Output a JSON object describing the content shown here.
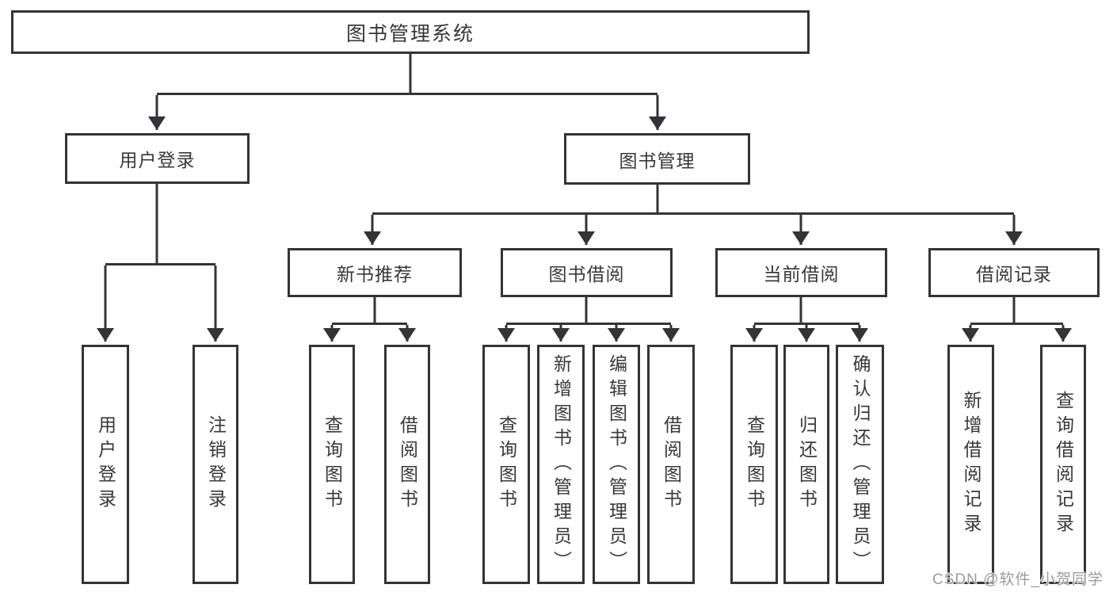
{
  "title": "图书管理系统",
  "colors": {
    "line": "#333338",
    "text": "#38383c",
    "background": "#ffffff",
    "watermark": "#9b9ba1"
  },
  "watermark": {
    "text": "CSDN @软件_小贺同学"
  },
  "nodes": {
    "root": {
      "label": "图书管理系统"
    },
    "user_login": {
      "label": "用户登录"
    },
    "book_mgmt": {
      "label": "图书管理"
    },
    "new_book_rec": {
      "label": "新书推荐"
    },
    "book_borrow": {
      "label": "图书借阅"
    },
    "current_borrow": {
      "label": "当前借阅"
    },
    "borrow_records": {
      "label": "借阅记录"
    },
    "ul_login": {
      "label": "用户登录"
    },
    "ul_logout": {
      "label": "注销登录"
    },
    "nb_query": {
      "label": "查询图书"
    },
    "nb_borrow": {
      "label": "借阅图书"
    },
    "bb_query": {
      "label": "查询图书"
    },
    "bb_add": {
      "label": "新增图书（管理员）"
    },
    "bb_edit": {
      "label": "编辑图书（管理员）"
    },
    "bb_borrow": {
      "label": "借阅图书"
    },
    "cb_query": {
      "label": "查询图书"
    },
    "cb_return": {
      "label": "归还图书"
    },
    "cb_confirm": {
      "label": "确认归还（管理员）"
    },
    "br_add": {
      "label": "新增借阅记录"
    },
    "br_query": {
      "label": "查询借阅记录"
    }
  },
  "hierarchy": {
    "图书管理系统": {
      "用户登录": [
        "用户登录",
        "注销登录"
      ],
      "图书管理": {
        "新书推荐": [
          "查询图书",
          "借阅图书"
        ],
        "图书借阅": [
          "查询图书",
          "新增图书（管理员）",
          "编辑图书（管理员）",
          "借阅图书"
        ],
        "当前借阅": [
          "查询图书",
          "归还图书",
          "确认归还（管理员）"
        ],
        "借阅记录": [
          "新增借阅记录",
          "查询借阅记录"
        ]
      }
    }
  }
}
